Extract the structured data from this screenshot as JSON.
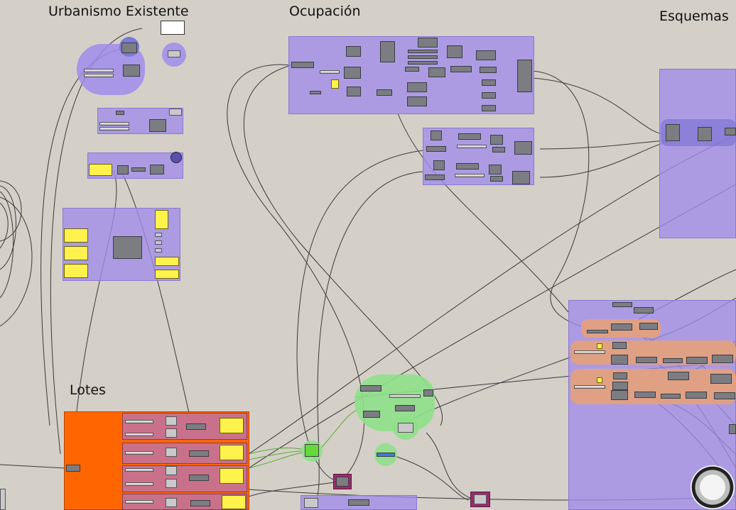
{
  "groups": {
    "urbanismo": "Urbanismo Existente",
    "ocupacion": "Ocupación",
    "esquemas": "Esquemas",
    "lotes": "Lotes"
  },
  "colors": {
    "canvas": "#d4d0c8",
    "group_purple": "#a08ceb",
    "group_orange": "#ff6600",
    "group_green": "#8fe08a",
    "group_salmon": "#e3a07e",
    "panel_yellow": "#fff24d",
    "node_gray": "#7b7d83",
    "wire": "#3a3a3a"
  },
  "icons": [
    "navigation-wheel-icon"
  ]
}
